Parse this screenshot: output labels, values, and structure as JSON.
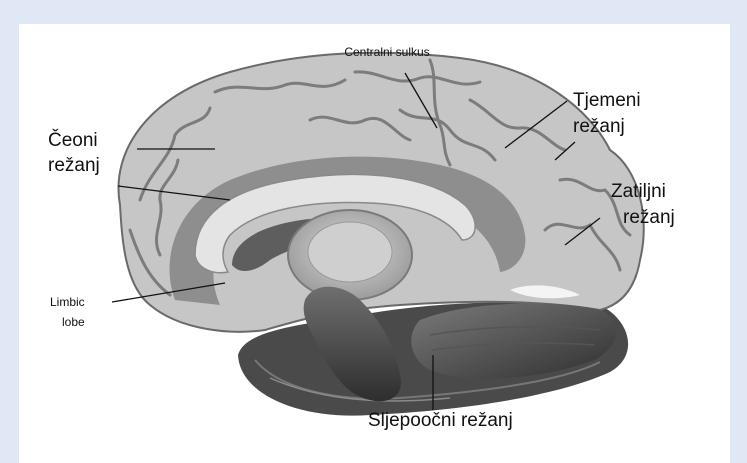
{
  "labels": {
    "central_sulcus": "Centralni sulkus",
    "frontal_line1": "Čeoni",
    "frontal_line2": "režanj",
    "parietal_line1": "Tjemeni",
    "parietal_line2": "režanj",
    "occipital_line1": "Zatiljni",
    "occipital_line2": "režanj",
    "limbic_line1": "Limbic",
    "limbic_line2": "lobe",
    "temporal": "Sljepoočni režanj"
  },
  "colors": {
    "background_frame": "#dfe8f4",
    "panel": "#ffffff",
    "cortex_light": "#c9c9c9",
    "cortex_mid": "#9a9a9a",
    "cortex_dark": "#3a3a3a",
    "limbic_band": "#8f8f8f",
    "corpus_callosum": "#e6e6e6",
    "leader_line": "#111111"
  }
}
